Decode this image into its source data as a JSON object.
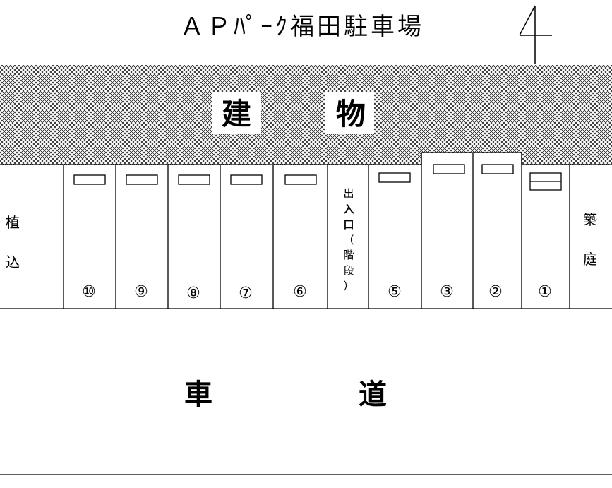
{
  "title": "ＡＰﾊﾟｰｸ福田駐車場",
  "north_symbol": "north-arrow",
  "building": {
    "char1": "建",
    "char2": "物"
  },
  "road": {
    "char1": "車",
    "char2": "道"
  },
  "left_side": {
    "char1": "植",
    "char2": "込"
  },
  "right_side": {
    "char1": "築",
    "char2": "庭"
  },
  "entrance": {
    "chars": [
      "出",
      "入",
      "口",
      "（",
      "階",
      "段",
      "）"
    ]
  },
  "spaces": [
    {
      "num": "⑩"
    },
    {
      "num": "⑨"
    },
    {
      "num": "⑧"
    },
    {
      "num": "⑦"
    },
    {
      "num": "⑥"
    },
    {
      "num": "⑤"
    },
    {
      "num": "③"
    },
    {
      "num": "②"
    },
    {
      "num": "①"
    }
  ],
  "colors": {
    "line": "#000000",
    "background": "#ffffff"
  }
}
